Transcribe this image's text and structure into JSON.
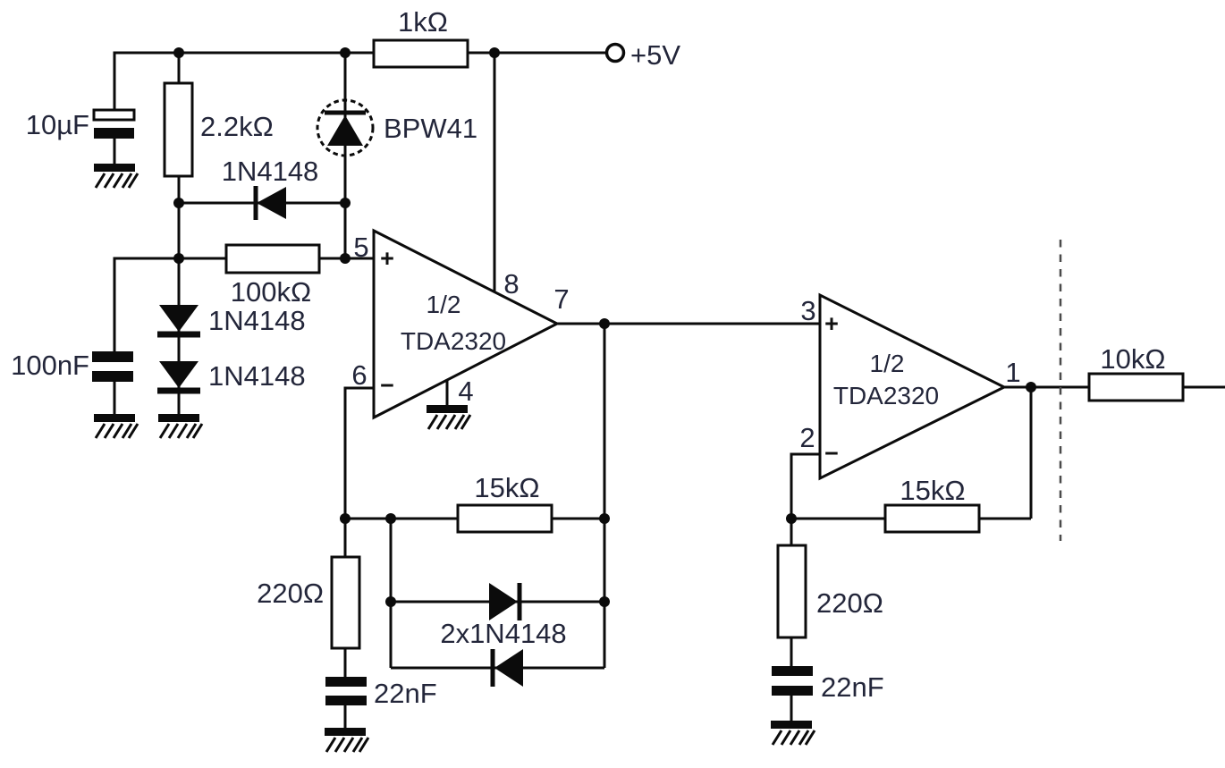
{
  "schematic": {
    "supply_label": "+5V",
    "resistors": {
      "r_pullup": "1kΩ",
      "r_bias": "2.2kΩ",
      "r_input": "100kΩ",
      "r_fb1": "15kΩ",
      "r_gnd1": "220Ω",
      "r_fb2": "15kΩ",
      "r_gnd2": "220Ω",
      "r_out": "10kΩ"
    },
    "capacitors": {
      "c_supply": "10µF",
      "c_bias": "100nF",
      "c_gnd1": "22nF",
      "c_gnd2": "22nF"
    },
    "diodes": {
      "d_clamp": "1N4148",
      "d_bias_top": "1N4148",
      "d_bias_bottom": "1N4148",
      "d_fb_pair": "2x1N4148",
      "photodiode": "BPW41"
    },
    "opamp1": {
      "fraction": "1/2",
      "part": "TDA2320",
      "pin_noninv": "5",
      "pin_inv": "6",
      "pin_out": "7",
      "pin_supply": "8",
      "pin_gnd": "4",
      "noninv_sign": "+",
      "inv_sign": "−"
    },
    "opamp2": {
      "fraction": "1/2",
      "part": "TDA2320",
      "pin_noninv": "3",
      "pin_inv": "2",
      "pin_out": "1",
      "noninv_sign": "+",
      "inv_sign": "−"
    }
  }
}
